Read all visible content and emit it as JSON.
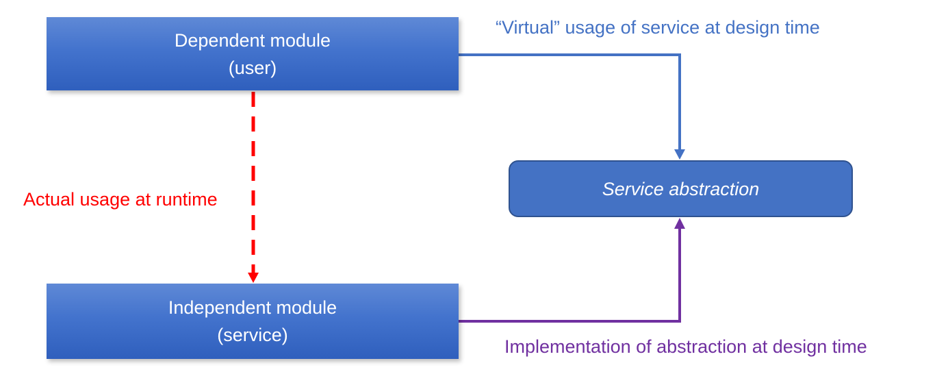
{
  "boxes": {
    "dependent": {
      "line1": "Dependent module",
      "line2": "(user)"
    },
    "independent": {
      "line1": "Independent module",
      "line2": "(service)"
    },
    "abstraction": {
      "label": "Service abstraction"
    }
  },
  "labels": {
    "virtual_usage": "“Virtual” usage of service at design time",
    "actual_usage": "Actual usage at runtime",
    "implementation": "Implementation of abstraction at design time"
  },
  "colors": {
    "virtual_arrow": "#4472c4",
    "runtime_arrow": "#ff0000",
    "implementation_arrow": "#7030a0",
    "box_fill": "#4472c4"
  }
}
